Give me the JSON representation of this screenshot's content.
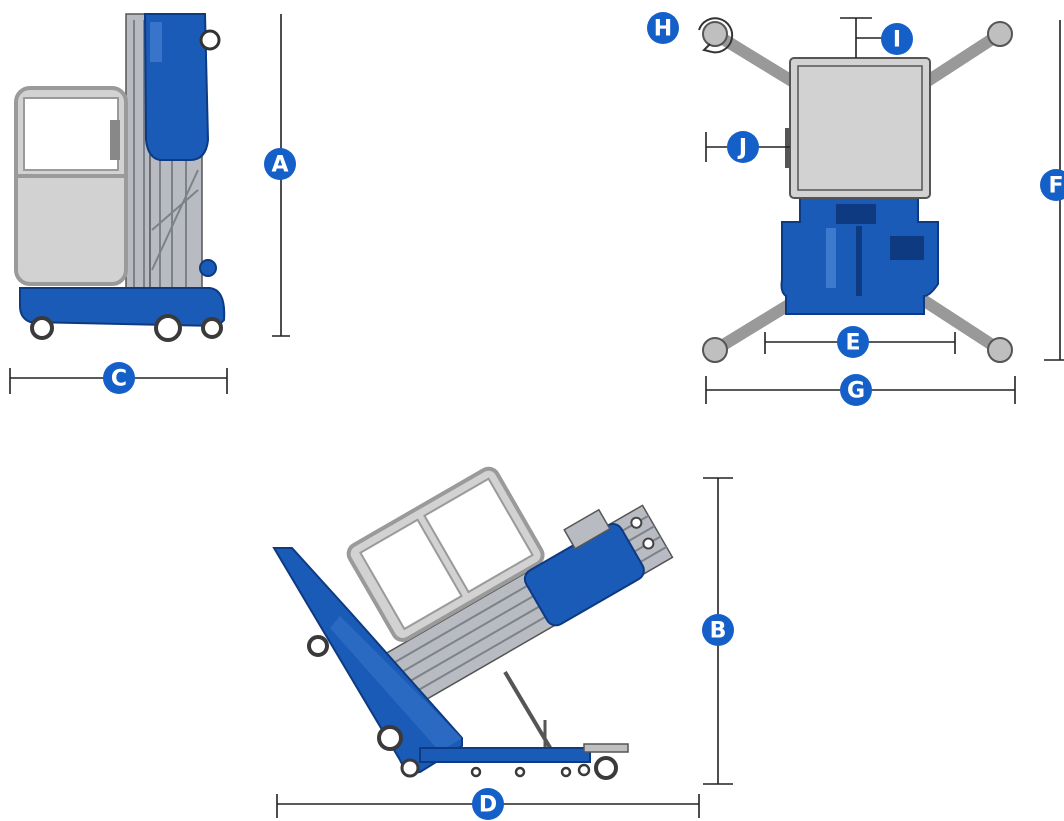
{
  "colors": {
    "brand_blue": "#1a5bb8",
    "blue_dark": "#0d3a80",
    "blue_light": "#4d86d6",
    "badge_blue": "#1560c8",
    "panel_gray": "#d2d2d2",
    "frame_gray": "#9a9a9a",
    "mast_gray": "#b8bcc2",
    "line": "#222222",
    "wheel": "#3a3a3a"
  },
  "dimension_labels": {
    "a": "A",
    "b": "B",
    "c": "C",
    "d": "D",
    "e": "E",
    "f": "F",
    "g": "G",
    "h": "H",
    "i": "I",
    "j": "J"
  },
  "icons": {
    "rotation": "rotation-arrow-icon"
  }
}
